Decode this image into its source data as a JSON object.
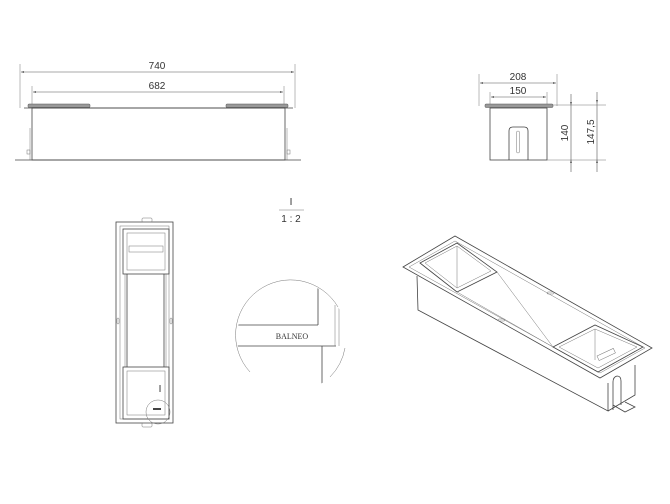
{
  "front_view": {
    "overall_width": "740",
    "inner_width": "682"
  },
  "side_view": {
    "overall_width": "208",
    "inner_width": "150",
    "height": "140",
    "overall_height": "147,5"
  },
  "top_view": {
    "detail_marker": "I"
  },
  "detail": {
    "label": "I",
    "scale": "1 : 2",
    "brand_text": "BALNEO"
  }
}
